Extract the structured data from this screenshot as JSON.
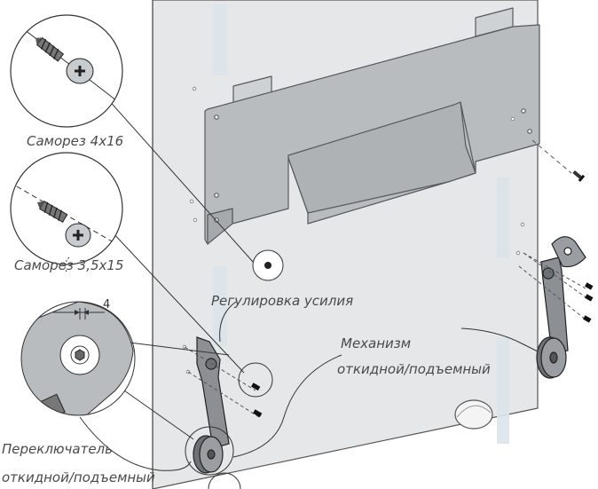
{
  "labels": {
    "screw_4x16": "Саморез 4х16",
    "screw_3_5x15": "Саморез 3,5х15",
    "force_adjust": "Регулировка усилия",
    "mechanism_line1": "Механизм",
    "mechanism_line2": "откидной/подъемный",
    "switch_line1": "Переключатель",
    "switch_line2": "откидной/подъемный",
    "dimension": "4"
  },
  "colors": {
    "panel": "#e6e7e8",
    "plate": "#b9bcbf",
    "plate_edge": "#555a5f",
    "mechanism": "#8c9094",
    "watermark": "#dce3ea"
  },
  "icons": [
    "screw-4x16-icon",
    "screw-3.5x15-icon",
    "adjust-socket-icon",
    "switch-detail-icon",
    "lift-mechanism-icon"
  ]
}
